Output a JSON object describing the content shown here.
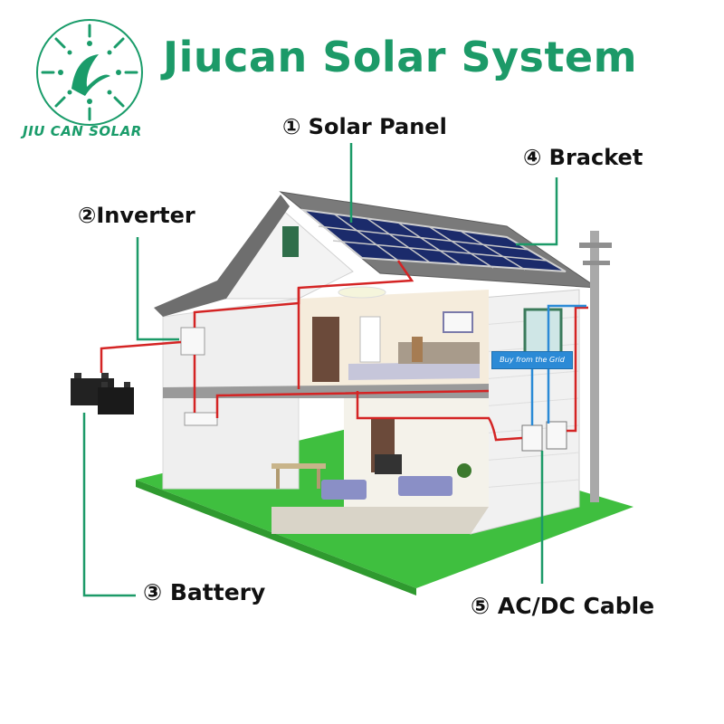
{
  "brand": {
    "logo_text": "JIU CAN SOLAR",
    "accent_color": "#1c9a68"
  },
  "title": "Jiucan Solar System",
  "components": [
    {
      "number_symbol": "①",
      "label": "① Solar Panel"
    },
    {
      "number_symbol": "②",
      "label": "②Inverter"
    },
    {
      "number_symbol": "③",
      "label": "③ Battery"
    },
    {
      "number_symbol": "④",
      "label": "④ Bracket"
    },
    {
      "number_symbol": "⑤",
      "label": "⑤ AC/DC Cable"
    }
  ],
  "grid_sign": "Buy from the Grid",
  "colors": {
    "leader_line": "#1c9a68",
    "wiring": "#d42424",
    "grid_wiring": "#2b8ad6",
    "lawn": "#3fbf3f"
  }
}
